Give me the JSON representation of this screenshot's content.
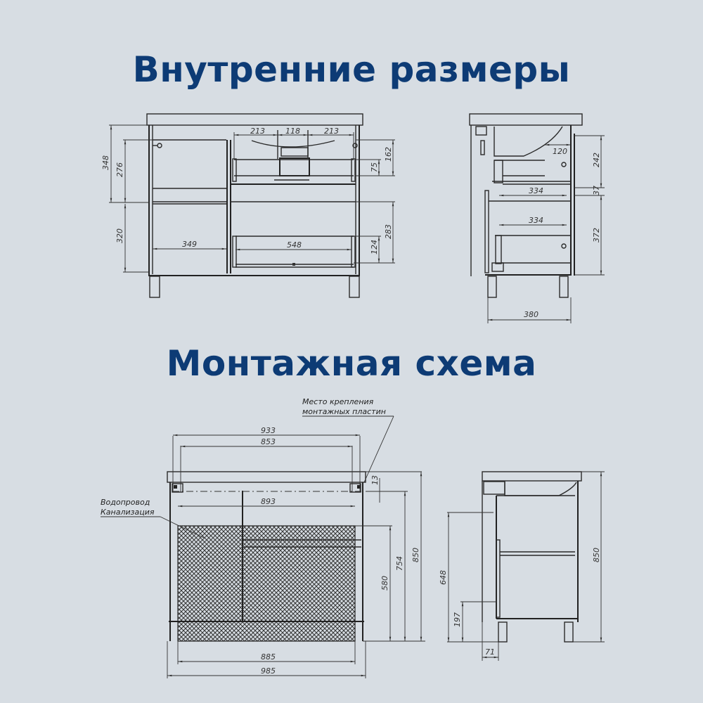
{
  "titles": {
    "inner_dimensions": "Внутренние размеры",
    "installation_scheme": "Монтажная схема"
  },
  "colors": {
    "background": "#d7dde3",
    "title": "#0d3b75",
    "lines": "#2a2a2a"
  },
  "inner_front": {
    "sink_left": "213",
    "sink_mid": "118",
    "sink_right": "213",
    "total_upper_left": "348",
    "left_upper_compartment": "276",
    "left_lower_compartment": "320",
    "left_width": "349",
    "drawer_width": "548",
    "upper_drawer_height": "162",
    "upper_drawer_inner": "75",
    "lower_drawer_height": "283",
    "lower_drawer_inner": "124"
  },
  "inner_side": {
    "top_offset": "120",
    "upper_depth": "334",
    "upper_height": "242",
    "gap": "37",
    "lower_depth": "334",
    "lower_height": "372",
    "total_depth": "380"
  },
  "install_front": {
    "note_mount": [
      "Место крепления",
      "монтажных пластин"
    ],
    "note_plumbing": [
      "Водопровод",
      "Канализация"
    ],
    "width_933": "933",
    "width_853": "853",
    "width_893": "893",
    "offset_13": "13",
    "height_580": "580",
    "height_754": "754",
    "height_850": "850",
    "width_885": "885",
    "width_985": "985"
  },
  "install_side": {
    "height_648": "648",
    "height_197": "197",
    "height_850": "850",
    "offset_71": "71"
  }
}
